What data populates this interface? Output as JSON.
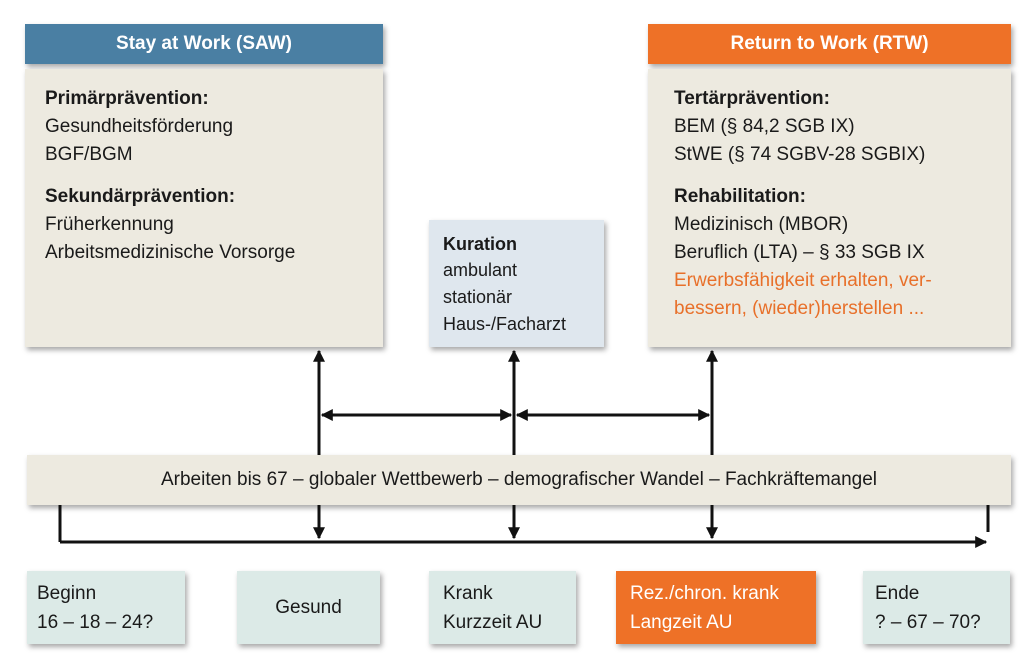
{
  "saw": {
    "header": "Stay at Work (SAW)",
    "sections": [
      {
        "title": "Primärprävention:",
        "lines": [
          "Gesundheitsförderung",
          "BGF/BGM"
        ]
      },
      {
        "title": "Sekundärprävention:",
        "lines": [
          "Früherkennung",
          "Arbeitsmedizinische Vorsorge"
        ]
      }
    ]
  },
  "kuration": {
    "title": "Kuration",
    "lines": [
      "ambulant",
      "stationär",
      "Haus-/Facharzt"
    ]
  },
  "rtw": {
    "header": "Return to Work (RTW)",
    "sections": [
      {
        "title": "Tertärprävention:",
        "lines": [
          "BEM (§ 84,2 SGB IX)",
          "StWE (§ 74 SGBV-28 SGBIX)"
        ]
      },
      {
        "title": "Rehabilitation:",
        "lines": [
          "Medizinisch (MBOR)",
          "Beruflich (LTA) – § 33 SGB IX"
        ]
      }
    ],
    "highlight_lines": [
      "Erwerbsfähigkeit erhalten, ver-",
      "bessern, (wieder)herstellen ..."
    ]
  },
  "band": "Arbeiten bis 67 – globaler Wettbewerb – demografischer Wandel – Fachkräftemangel",
  "stages": [
    {
      "lines": [
        "Beginn",
        "16 – 18 – 24?"
      ]
    },
    {
      "lines": [
        "Gesund"
      ]
    },
    {
      "lines": [
        "Krank",
        "Kurzzeit AU"
      ]
    },
    {
      "lines": [
        "Rez./chron. krank",
        "Langzeit AU"
      ]
    },
    {
      "lines": [
        "Ende",
        "? – 67 – 70?"
      ]
    }
  ],
  "colors": {
    "saw_header": "#4a7fa3",
    "rtw_header": "#ee7127",
    "panel": "#edeae0",
    "kuration": "#dfe7ee",
    "stage": "#dceae7",
    "highlight": "#e8702a"
  }
}
